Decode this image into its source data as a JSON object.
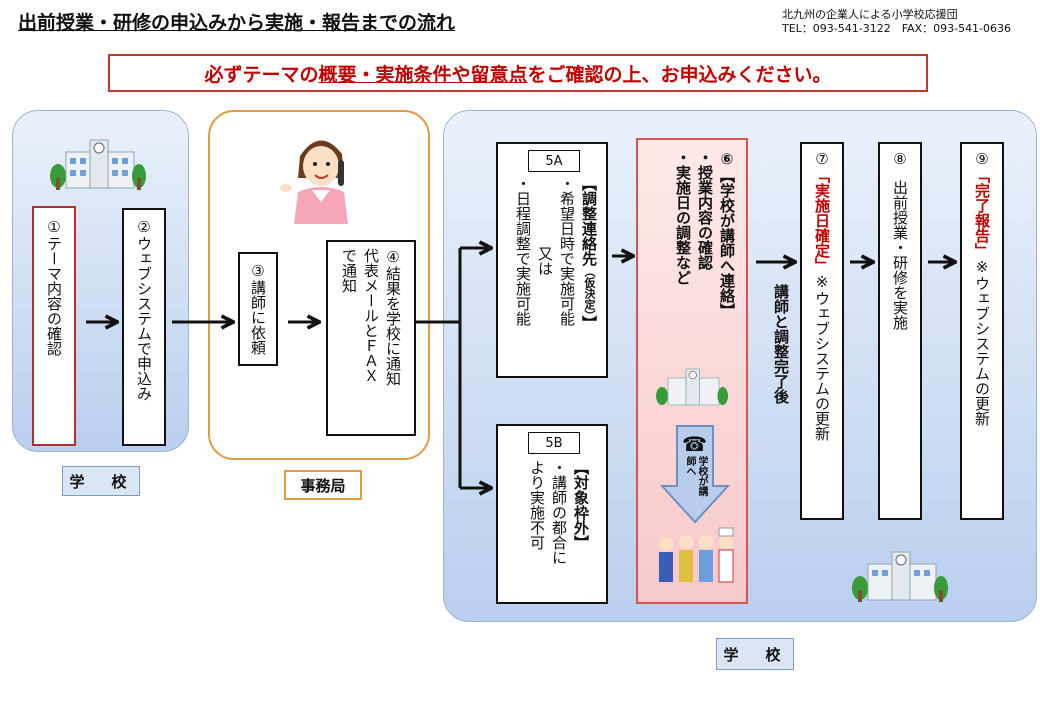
{
  "title": "出前授業・研修の申込みから実施・報告までの流れ",
  "org": {
    "line1": "北九州の企業人による小学校応援団",
    "line2": "TEL：093-541-3122　FAX：093-541-0636"
  },
  "notice": {
    "p1": "必ずテーマの",
    "p2": "概要・実施条件や留意点",
    "p3": "をご確認の上、お申込みください。"
  },
  "groups": {
    "school_left": "学　校",
    "office": "事務局",
    "school_right": "学　校"
  },
  "steps": {
    "s1": "①テーマ内容の確認",
    "s2": "②ウェブシステムで申込み",
    "s3": "③講師に依頼",
    "s4": {
      "l1": "④結果を学校に通知",
      "l2": "代表メールとＦＡＸ",
      "l3": "で通知"
    },
    "s5a": {
      "tag": "5A",
      "head": "【調整連絡先",
      "head_small": "（仮決定）",
      "head_end": "】",
      "l1": "・希望日時で実施可能",
      "l2": "又は",
      "l3": "・日程調整で実施可能"
    },
    "s5b": {
      "tag": "5B",
      "head": "【対象枠外】",
      "l1": "・講師の都合に",
      "l2": "より実施不可"
    },
    "s6": {
      "num": "⑥",
      "head": "【学校が講師へ連絡】",
      "l1": "・授業内容の確認",
      "l2": "・実施日の調整など",
      "arrow_text": "学校が講師へ"
    },
    "after_label": "講師と調整完了後",
    "s7": {
      "num": "⑦",
      "red": "「実施日確定」",
      "rest": "※ウェブシステムの更新"
    },
    "s8": {
      "num": "⑧",
      "text": "出前授業・研修を実施"
    },
    "s9": {
      "num": "⑨",
      "red": "「完了報告」",
      "rest": "※ウェブシステムの更新"
    }
  },
  "colors": {
    "accent_red": "#c00000",
    "school_blue": "#b9cfee",
    "office_orange": "#e59a42",
    "step6_pink": "#f7c9c9"
  },
  "icons": [
    "school-building-icon",
    "receptionist-icon",
    "phone-icon",
    "people-icon"
  ]
}
